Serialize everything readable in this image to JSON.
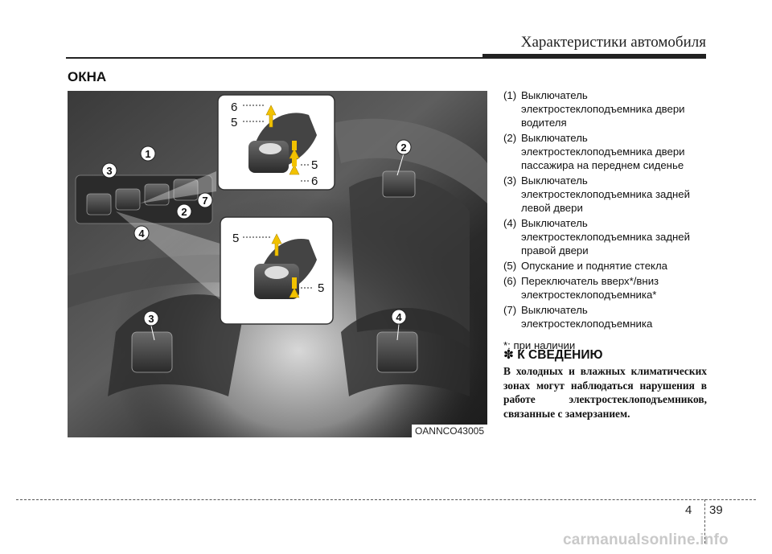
{
  "header": {
    "title": "Характеристики автомобиля"
  },
  "section": {
    "title": "ОКНА"
  },
  "figure": {
    "code": "OANNCO43005",
    "callouts": [
      "1",
      "2",
      "3",
      "4",
      "5",
      "6",
      "7"
    ]
  },
  "legend": {
    "items": [
      {
        "num": "(1)",
        "text": "Выключатель электростеклоподъемника двери водителя"
      },
      {
        "num": "(2)",
        "text": "Выключатель электростеклоподъемника двери пассажира на переднем сиденье"
      },
      {
        "num": "(3)",
        "text": "Выключатель электростеклоподъемника задней левой двери"
      },
      {
        "num": "(4)",
        "text": "Выключатель электростеклоподъемника задней правой двери"
      },
      {
        "num": "(5)",
        "text": "Опускание и поднятие стекла"
      },
      {
        "num": "(6)",
        "text": "Переключатель вверх*/вниз электростеклоподъемника*"
      },
      {
        "num": "(7)",
        "text": "Выключатель электростеклоподъемника"
      }
    ],
    "footnote": "*: при наличии"
  },
  "caution": {
    "title": "✽ К СВЕДЕНИЮ",
    "body": "В холодных и влажных климатических зонах могут наблюдаться нарушения в работе электростеклоподъемников, связанные с замерзанием."
  },
  "footer": {
    "chapter": "4",
    "page": "39",
    "watermark": "carmanualsonline.info"
  },
  "colors": {
    "arrow": "#f2c200",
    "ink": "#222222"
  }
}
